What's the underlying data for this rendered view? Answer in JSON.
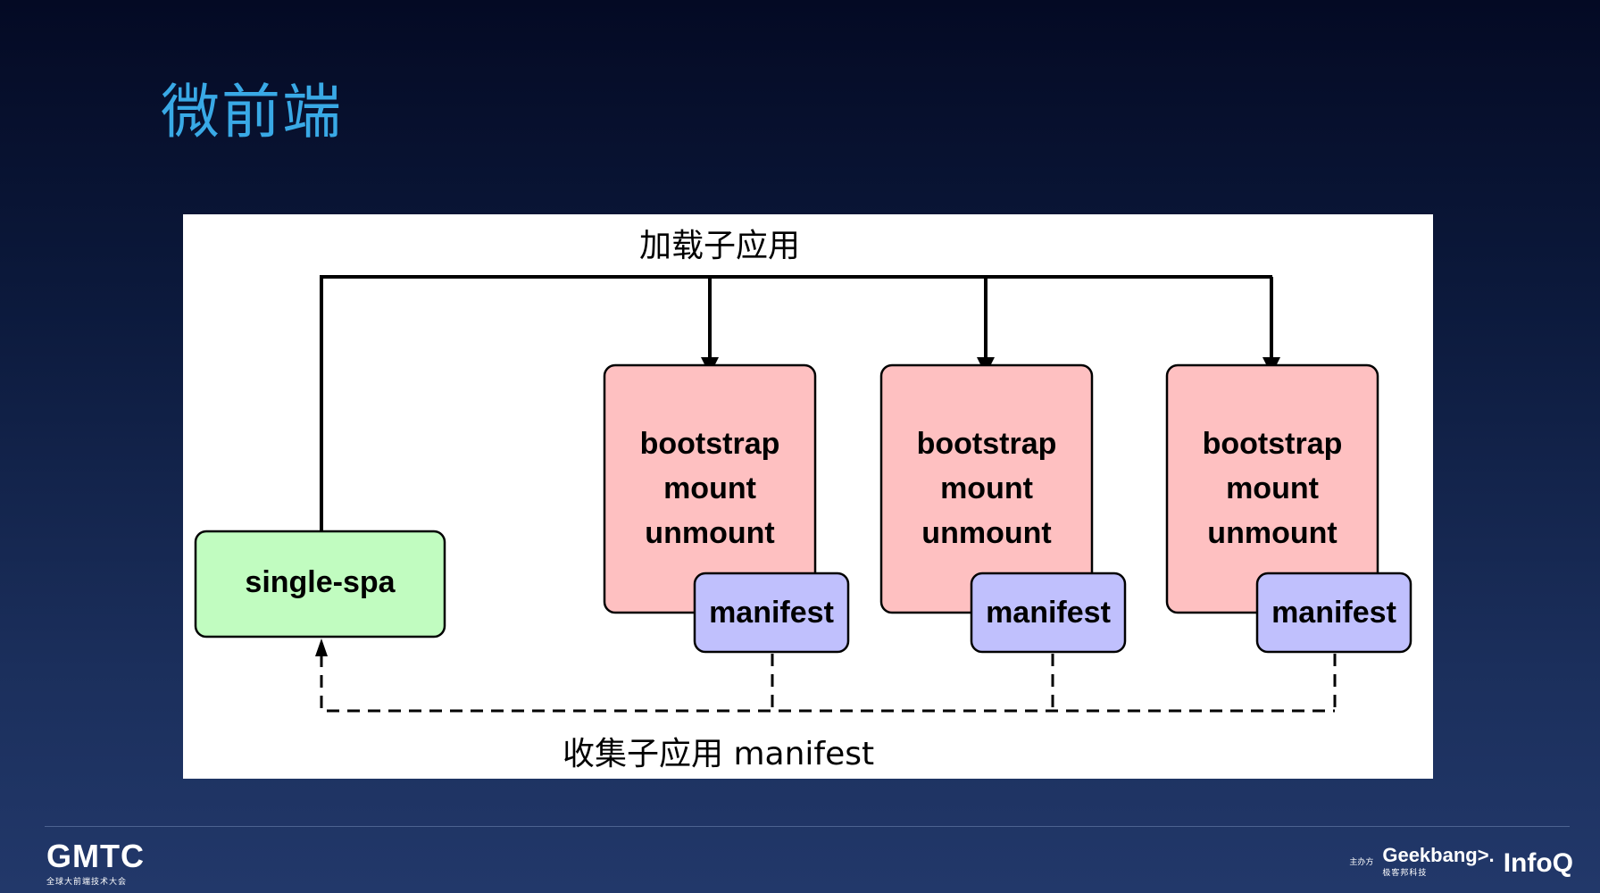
{
  "slide": {
    "title": "微前端"
  },
  "diagram": {
    "load_caption": "加载子应用",
    "collect_caption": "收集子应用 manifest",
    "root_box": {
      "label": "single-spa",
      "fill": "#c1fcc0"
    },
    "app_fill": "#fec0c1",
    "manifest_fill": "#c0c0fd",
    "apps": [
      {
        "lifecycle": [
          "bootstrap",
          "mount",
          "unmount"
        ],
        "manifest_label": "manifest"
      },
      {
        "lifecycle": [
          "bootstrap",
          "mount",
          "unmount"
        ],
        "manifest_label": "manifest"
      },
      {
        "lifecycle": [
          "bootstrap",
          "mount",
          "unmount"
        ],
        "manifest_label": "manifest"
      }
    ]
  },
  "footer": {
    "left_logo": "GMTC",
    "left_logo_sub": "全球大前端技术大会",
    "host_label": "主办方",
    "geekbang_logo": "Geekbang>.",
    "geekbang_sub": "极客邦科技",
    "infoq_logo": "InfoQ"
  }
}
